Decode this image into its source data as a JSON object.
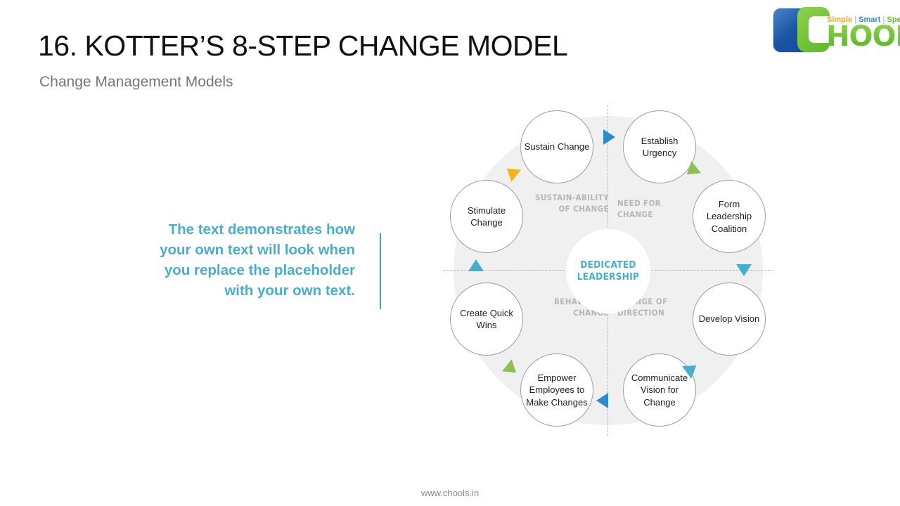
{
  "header": {
    "title": "16. KOTTER’S 8-STEP CHANGE MODEL",
    "subtitle": "Change Management Models"
  },
  "logo": {
    "tag_simple": "Simple",
    "tag_smart": "Smart",
    "tag_speed": "Speed",
    "separator": "|",
    "wordmark": "HOOLS",
    "colors": {
      "simple": "#f5a623",
      "smart": "#2e8bd0",
      "speed": "#6cbf3e",
      "mark_blue": "#1b55a6",
      "mark_green": "#6cbf3e"
    }
  },
  "body": {
    "placeholder_text": "The text demonstrates how your own text will look when you replace the placeholder with your own text.",
    "accent_color": "#3AA8C4"
  },
  "footer": {
    "url": "www.chools.in"
  },
  "diagram": {
    "center_label": "DEDICATED LEADERSHIP",
    "center_color": "#45AFCB",
    "disc_color": "#f0f0f0",
    "quadrants": [
      {
        "label": "NEED FOR CHANGE"
      },
      {
        "label": "CHANGE OF DIRECTION"
      },
      {
        "label": "BEHAVIORAL CHANGE"
      },
      {
        "label": "SUSTAIN-ABILITY OF CHANGE"
      }
    ],
    "steps": [
      {
        "label": "Establish Urgency"
      },
      {
        "label": "Form Leadership Coalition"
      },
      {
        "label": "Develop Vision"
      },
      {
        "label": "Communicate Vision for Change"
      },
      {
        "label": "Empower Employees to Make Changes"
      },
      {
        "label": "Create Quick Wins"
      },
      {
        "label": "Stimulate Change"
      },
      {
        "label": "Sustain Change"
      }
    ],
    "arrows": [
      {
        "name": "arrow-top",
        "direction": "right",
        "color": "#2E8BD0"
      },
      {
        "name": "arrow-upper-right",
        "direction": "down-left",
        "color": "#8CC152"
      },
      {
        "name": "arrow-right",
        "direction": "down",
        "color": "#45AFCB"
      },
      {
        "name": "arrow-lower-right",
        "direction": "up-right",
        "color": "#45AFCB"
      },
      {
        "name": "arrow-bottom",
        "direction": "left",
        "color": "#2E8BD0"
      },
      {
        "name": "arrow-lower-left",
        "direction": "right",
        "color": "#8CC152"
      },
      {
        "name": "arrow-left",
        "direction": "up",
        "color": "#45AFCB"
      },
      {
        "name": "arrow-upper-left",
        "direction": "up-left",
        "color": "#F5B61A"
      }
    ]
  }
}
